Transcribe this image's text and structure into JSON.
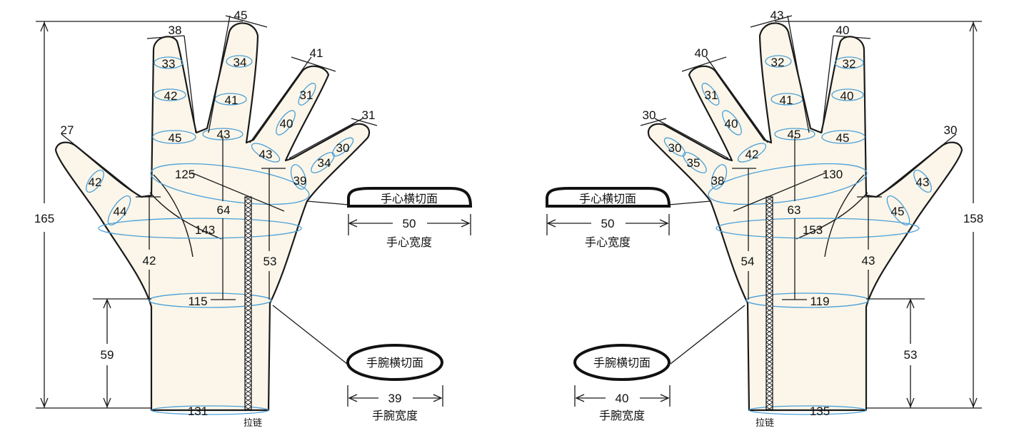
{
  "left_hand": {
    "fingers": {
      "thumb": {
        "tip": "27",
        "seg1": "42",
        "seg2": "44"
      },
      "index": {
        "tip": "38",
        "seg1": "33",
        "seg2": "42",
        "base": "45"
      },
      "middle": {
        "tip": "45",
        "seg1": "34",
        "seg2": "41",
        "base": "43"
      },
      "ring": {
        "tip": "41",
        "seg1": "31",
        "seg2": "40",
        "base": "43"
      },
      "little": {
        "tip": "31",
        "seg1": "30",
        "seg2": "34",
        "base": "39"
      }
    },
    "palm_diag": "125",
    "palm_circ": "143",
    "palm_len": "64",
    "thumb_len": "42",
    "side_len": "53",
    "wrist_circ": "115",
    "cuff_len": "59",
    "cuff_circ": "131",
    "total_len": "165",
    "zipper": "拉链",
    "palm_section": {
      "title": "手心横切面",
      "width": "50",
      "width_label": "手心宽度"
    },
    "wrist_section": {
      "title": "手腕横切面",
      "width": "39",
      "width_label": "手腕宽度"
    }
  },
  "right_hand": {
    "fingers": {
      "thumb": {
        "tip": "30",
        "seg1": "43",
        "seg2": "45"
      },
      "index": {
        "tip": "40",
        "seg1": "32",
        "seg2": "40",
        "base": "45"
      },
      "middle": {
        "tip": "43",
        "seg1": "32",
        "seg2": "41",
        "base": "45"
      },
      "ring": {
        "tip": "40",
        "seg1": "31",
        "seg2": "40",
        "base": "42"
      },
      "little": {
        "tip": "30",
        "seg1": "30",
        "seg2": "35",
        "base": "38"
      }
    },
    "palm_diag": "130",
    "palm_circ": "153",
    "palm_len": "63",
    "thumb_len": "43",
    "side_len": "54",
    "wrist_circ": "119",
    "cuff_len": "53",
    "cuff_circ": "135",
    "total_len": "158",
    "zipper": "拉链",
    "palm_section": {
      "title": "手心横切面",
      "width": "50",
      "width_label": "手心宽度"
    },
    "wrist_section": {
      "title": "手腕横切面",
      "width": "40",
      "width_label": "手腕宽度"
    }
  }
}
